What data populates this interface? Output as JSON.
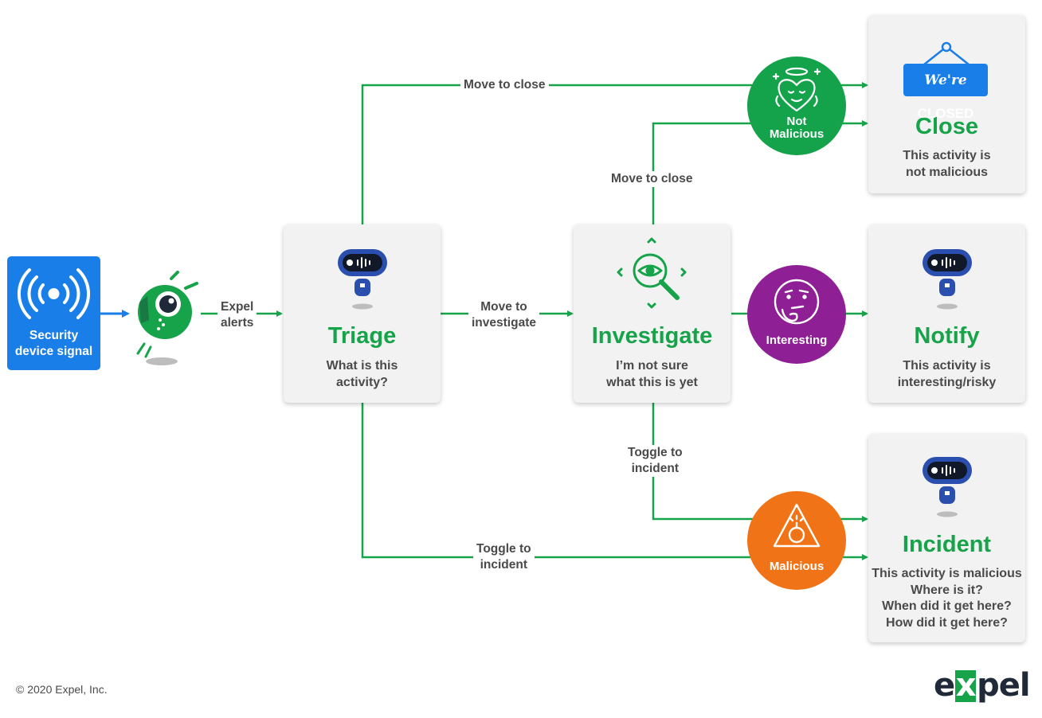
{
  "source": {
    "label_line1": "Security",
    "label_line2": "device signal"
  },
  "flow_labels": {
    "expel_alerts": [
      "Expel",
      "alerts"
    ],
    "move_to_close_top": "Move to close",
    "move_to_close_mid": "Move to close",
    "move_to_investigate": [
      "Move to",
      "investigate"
    ],
    "toggle_incident_mid": [
      "Toggle to",
      "incident"
    ],
    "toggle_incident_bottom": [
      "Toggle to",
      "incident"
    ]
  },
  "cards": {
    "triage": {
      "title": "Triage",
      "desc": [
        "What is this",
        "activity?"
      ]
    },
    "investigate": {
      "title": "Investigate",
      "desc": [
        "I’m not sure",
        "what this is yet"
      ]
    },
    "close": {
      "title": "Close",
      "desc": [
        "This activity is",
        "not malicious"
      ],
      "sign_script": "We're",
      "sign_caps": "CLOSED"
    },
    "notify": {
      "title": "Notify",
      "desc": [
        "This activity is",
        "interesting/risky"
      ]
    },
    "incident": {
      "title": "Incident",
      "desc": [
        "This activity is malicious",
        "Where is it?",
        "When did it get here?",
        "How did it get here?"
      ]
    }
  },
  "verdicts": {
    "not_malicious": {
      "label": [
        "Not",
        "Malicious"
      ],
      "color": "#14a24b"
    },
    "interesting": {
      "label": [
        "Interesting"
      ],
      "color": "#8e1f94"
    },
    "malicious": {
      "label": [
        "Malicious"
      ],
      "color": "#f07417"
    }
  },
  "colors": {
    "flow_line": "#16a34a",
    "source_blue": "#1a7ee8",
    "card_bg": "#f2f2f2"
  },
  "footer": {
    "copyright": "© 2020 Expel, Inc.",
    "logo_left": "e",
    "logo_x": "x",
    "logo_right": "pel"
  },
  "icons": [
    "broadcast-icon",
    "green-bot-icon",
    "robot-icon",
    "magnifier-eye-icon",
    "angel-heart-icon",
    "thinking-face-icon",
    "bomb-warning-icon",
    "closed-sign-icon"
  ]
}
